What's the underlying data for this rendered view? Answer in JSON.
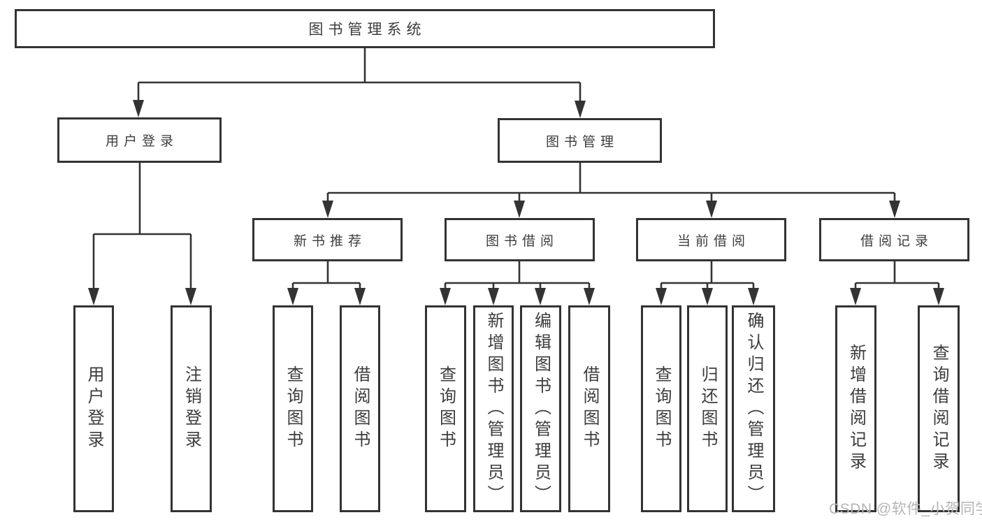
{
  "colors": {
    "line": "#333333",
    "text": "#3c3c3c",
    "background": "#ffffff",
    "watermark": "#b5b5b5"
  },
  "watermark": {
    "text": "CSDN @软件_小贺同学"
  },
  "diagram": {
    "type": "hierarchy-tree",
    "root": {
      "label": "图书管理系统"
    },
    "branches": [
      {
        "label": "用户登录",
        "children": [
          {
            "label": "用户登录"
          },
          {
            "label": "注销登录"
          }
        ]
      },
      {
        "label": "图书管理",
        "children": [
          {
            "label": "新书推荐",
            "children": [
              {
                "label": "查询图书"
              },
              {
                "label": "借阅图书"
              }
            ]
          },
          {
            "label": "图书借阅",
            "children": [
              {
                "label": "查询图书"
              },
              {
                "label": "新增图书（管理员）"
              },
              {
                "label": "编辑图书（管理员）"
              },
              {
                "label": "借阅图书"
              }
            ]
          },
          {
            "label": "当前借阅",
            "children": [
              {
                "label": "查询图书"
              },
              {
                "label": "归还图书"
              },
              {
                "label": "确认归还（管理员）"
              }
            ]
          },
          {
            "label": "借阅记录",
            "children": [
              {
                "label": "新增借阅记录"
              },
              {
                "label": "查询借阅记录"
              }
            ]
          }
        ]
      }
    ]
  }
}
